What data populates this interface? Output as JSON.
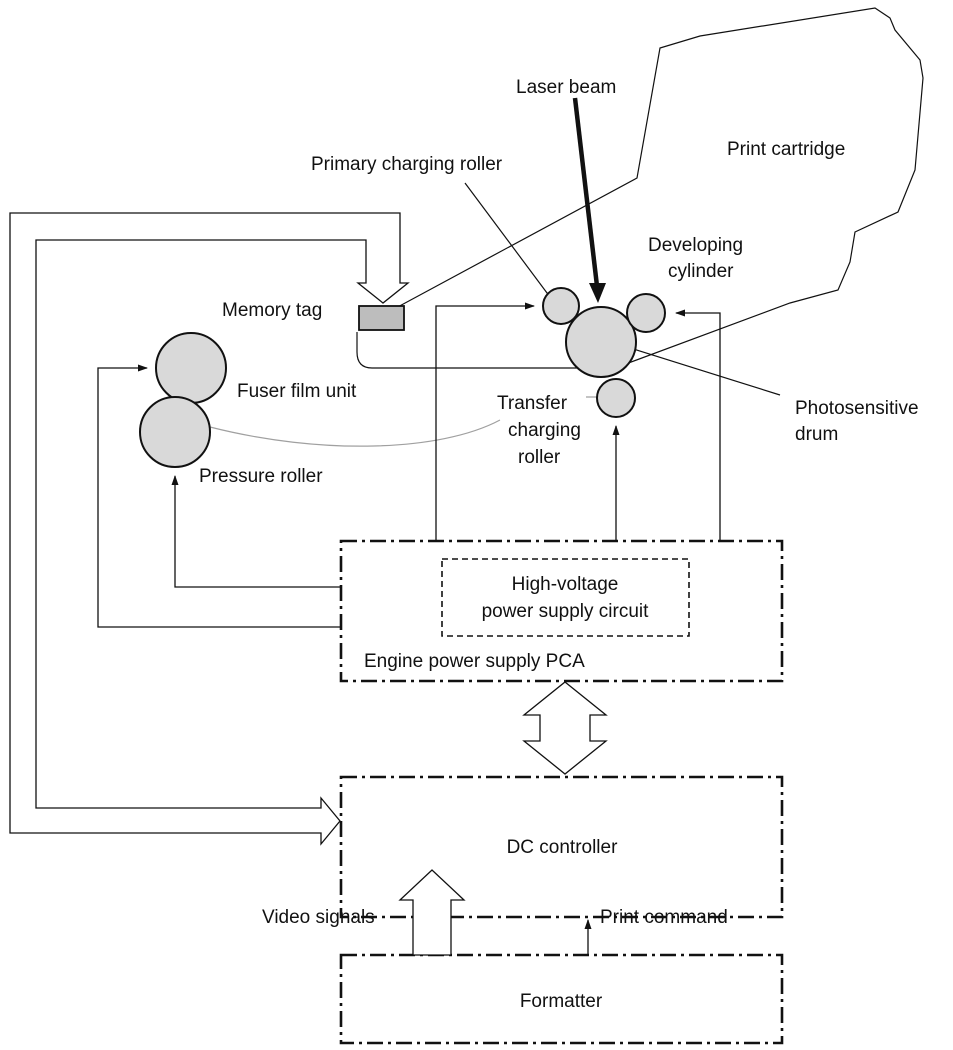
{
  "labels": {
    "laser_beam": "Laser beam",
    "print_cartridge": "Print cartridge",
    "primary_charging_roller": "Primary charging roller",
    "developing_cylinder_1": "Developing",
    "developing_cylinder_2": "cylinder",
    "memory_tag": "Memory tag",
    "fuser_film_unit": "Fuser film unit",
    "transfer_1": "Transfer",
    "transfer_2": "charging",
    "transfer_3": "roller",
    "photosensitive_1": "Photosensitive",
    "photosensitive_2": "drum",
    "pressure_roller": "Pressure roller",
    "hv_1": "High-voltage",
    "hv_2": "power supply circuit",
    "engine_pca": "Engine power supply PCA",
    "dc_controller": "DC controller",
    "video_signals": "Video signals",
    "print_command": "Print command",
    "formatter": "Formatter"
  },
  "colors": {
    "roller_fill": "#d9d9d9",
    "memory_tag_fill": "#bdbdbd",
    "ink": "#111111",
    "leader_gray": "#a0a0a0"
  }
}
